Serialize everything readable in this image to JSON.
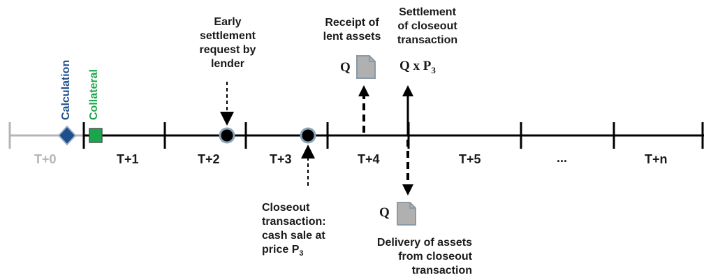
{
  "timeline": {
    "ticks": [
      "T+0",
      "T+1",
      "T+2",
      "T+3",
      "T+4",
      "T+5",
      "...",
      "T+n"
    ]
  },
  "markers": {
    "calculation_label": "Calculation",
    "collateral_label": "Collateral"
  },
  "events": {
    "early_settlement": [
      "Early",
      "settlement",
      "request by",
      "lender"
    ],
    "receipt": [
      "Receipt of",
      "lent assets"
    ],
    "settlement_closeout": [
      "Settlement",
      "of closeout",
      "transaction"
    ],
    "closeout": [
      "Closeout",
      "transaction:",
      "cash sale at",
      "price P"
    ],
    "closeout_sub": "3",
    "delivery": [
      "Delivery of assets",
      "from closeout",
      "transaction"
    ]
  },
  "quantities": {
    "q_receipt": "Q",
    "q_price": "Q x P",
    "q_price_sub": "3",
    "q_delivery": "Q"
  },
  "colors": {
    "axis": "#000000",
    "axis_past": "#b5b5b5",
    "calculation": "#1f4e8c",
    "collateral": "#1aa64a",
    "document": "#b0b0b0",
    "event_dot": "#000000",
    "event_ring": "#8aa6b8"
  }
}
